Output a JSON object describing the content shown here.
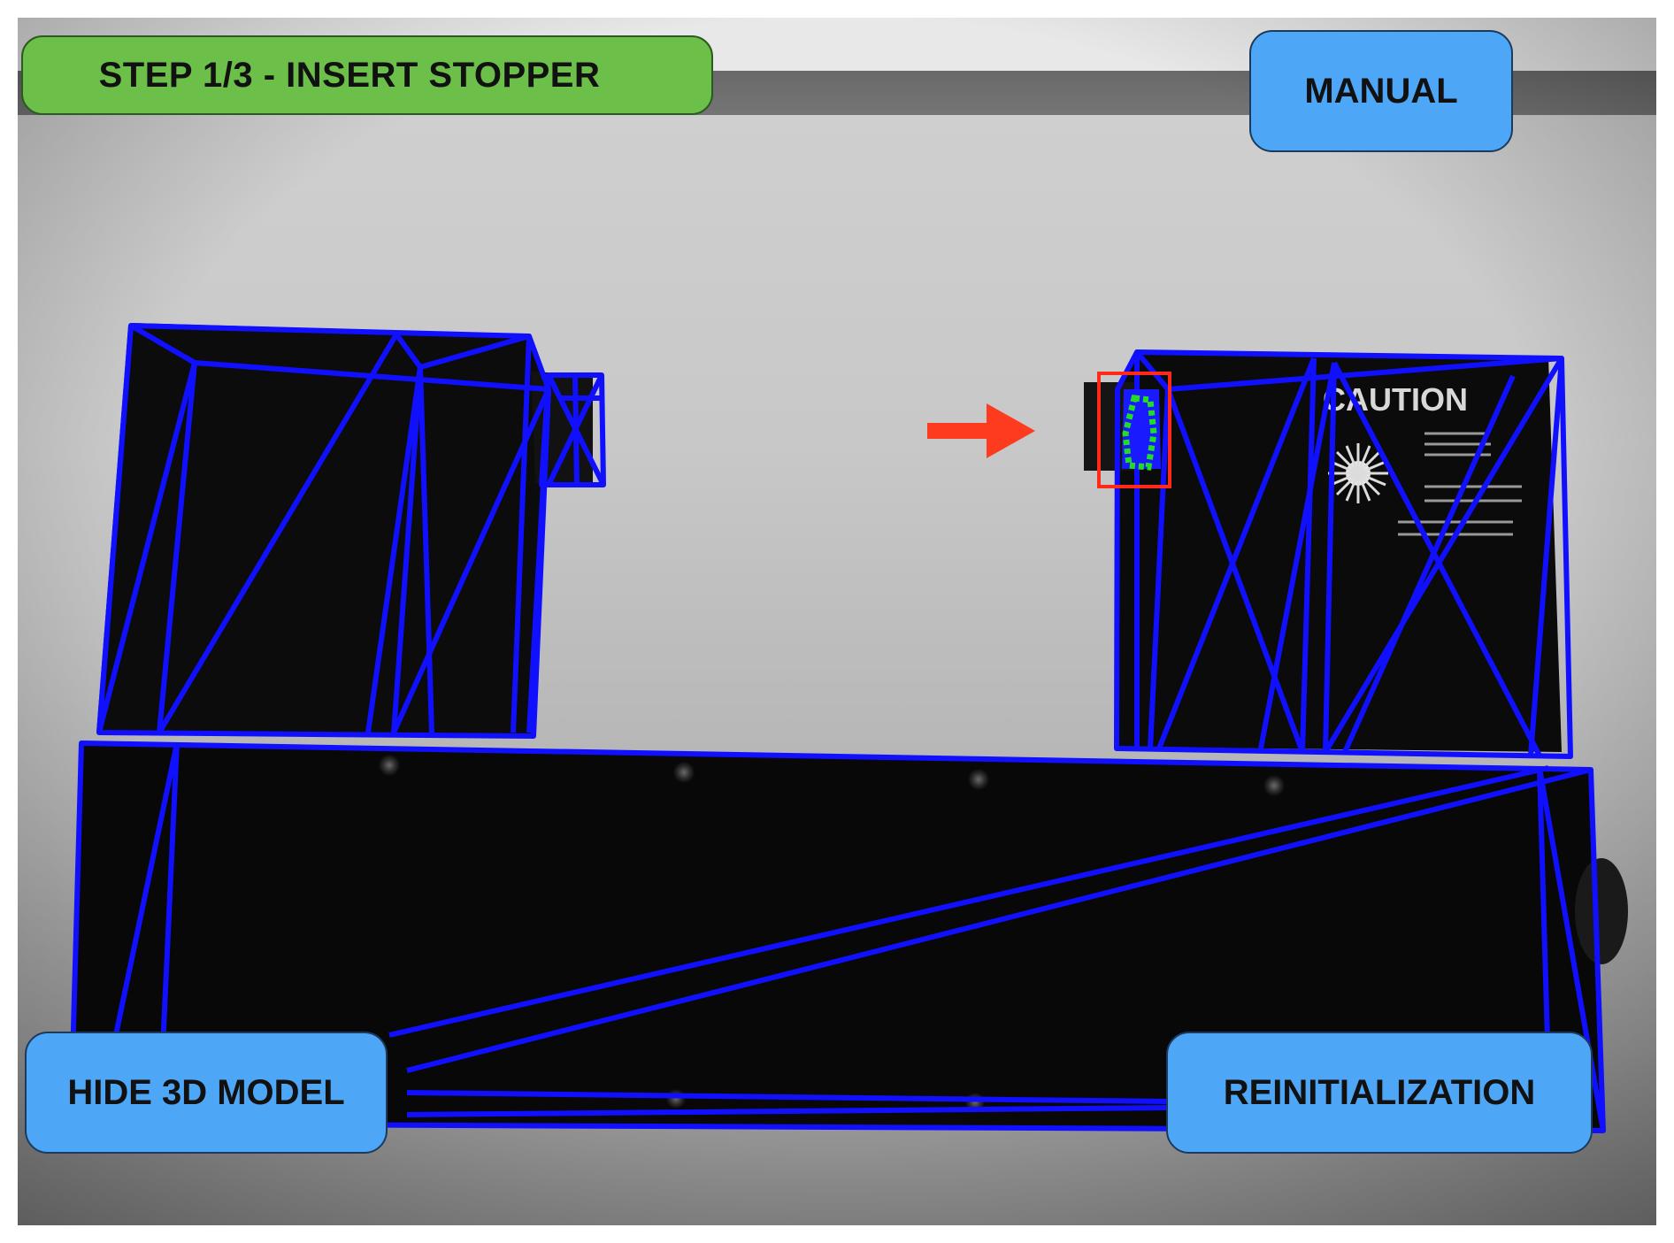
{
  "step_banner": {
    "label": "STEP 1/3 - INSERT STOPPER"
  },
  "buttons": {
    "manual": "MANUAL",
    "hide_model": "HIDE 3D MODEL",
    "reinit": "REINITIALIZATION"
  },
  "scene": {
    "caution_label": "CAUTION",
    "colors": {
      "wireframe": "#1010ff",
      "highlight_box": "#ff2a1a",
      "arrow": "#ff3b1f",
      "contour": "#22dd22"
    },
    "icons": [
      "arrow-right-icon",
      "laser-warning-icon"
    ]
  }
}
